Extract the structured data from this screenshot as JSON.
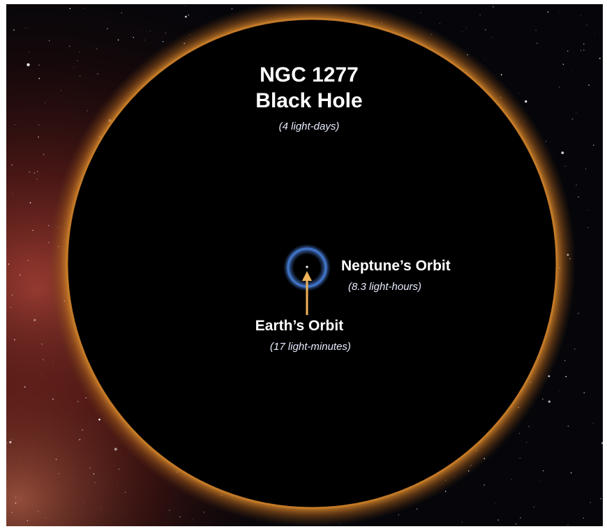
{
  "black_hole": {
    "name_line1": "NGC 1277",
    "name_line2": "Black Hole",
    "size": "(4 light-days)"
  },
  "neptune_orbit": {
    "label": "Neptune’s Orbit",
    "size": "(8.3 light-hours)"
  },
  "earth_orbit": {
    "label": "Earth’s Orbit",
    "size": "(17 light-minutes)"
  },
  "colors": {
    "space": "#06060a",
    "black_hole": "#000000",
    "event_horizon_glow": "#d98a2e",
    "nebula": "#8a2a22",
    "neptune_orbit_ring": "#3d6fc0",
    "arrow": "#f0b45a",
    "label_text": "#ffffff"
  }
}
